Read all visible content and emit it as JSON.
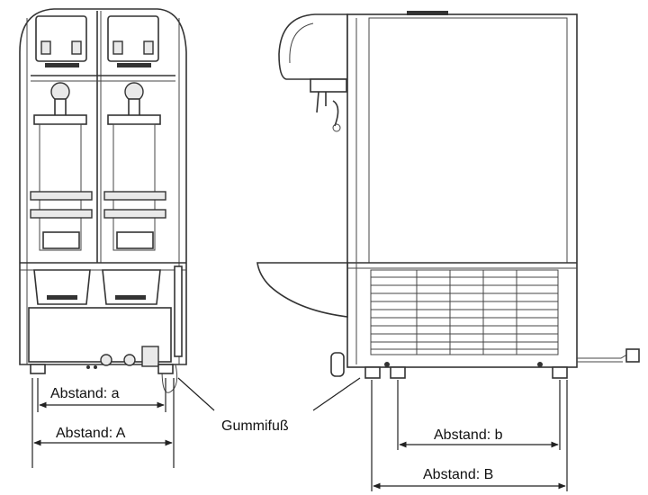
{
  "labels": {
    "distance_a": "Abstand: a",
    "distance_A": "Abstand: A",
    "rubber_foot": "Gummifuß",
    "distance_b": "Abstand: b",
    "distance_B": "Abstand: B"
  },
  "colors": {
    "line": "#333333",
    "background": "#ffffff"
  }
}
